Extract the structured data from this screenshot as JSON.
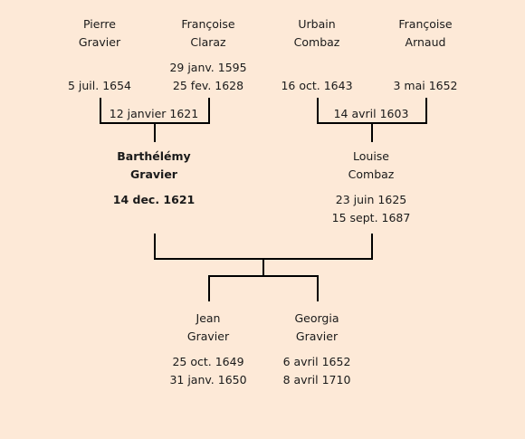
{
  "grandparents": [
    {
      "first": "Pierre",
      "last": "Gravier",
      "birth": "",
      "death": "5 juil. 1654"
    },
    {
      "first": "Françoise",
      "last": "Claraz",
      "birth": "29 janv. 1595",
      "death": "25 fev. 1628"
    },
    {
      "first": "Urbain",
      "last": "Combaz",
      "birth": "",
      "death": "16 oct. 1643"
    },
    {
      "first": "Françoise",
      "last": "Arnaud",
      "birth": "",
      "death": "3 mai 1652"
    }
  ],
  "marriages": {
    "paternal": "12 janvier 1621",
    "maternal": "14 avril 1603"
  },
  "parents": [
    {
      "first": "Barthélémy",
      "last": "Gravier",
      "birth": "14 dec. 1621",
      "death": ""
    },
    {
      "first": "Louise",
      "last": "Combaz",
      "birth": "23 juin 1625",
      "death": "15 sept. 1687"
    }
  ],
  "children": [
    {
      "first": "Jean",
      "last": "Gravier",
      "birth": "25 oct. 1649",
      "death": "31 janv. 1650"
    },
    {
      "first": "Georgia",
      "last": "Gravier",
      "birth": "6 avril 1652",
      "death": "8 avril 1710"
    }
  ],
  "colors": {
    "background": "#fde9d7",
    "line": "#000000"
  }
}
